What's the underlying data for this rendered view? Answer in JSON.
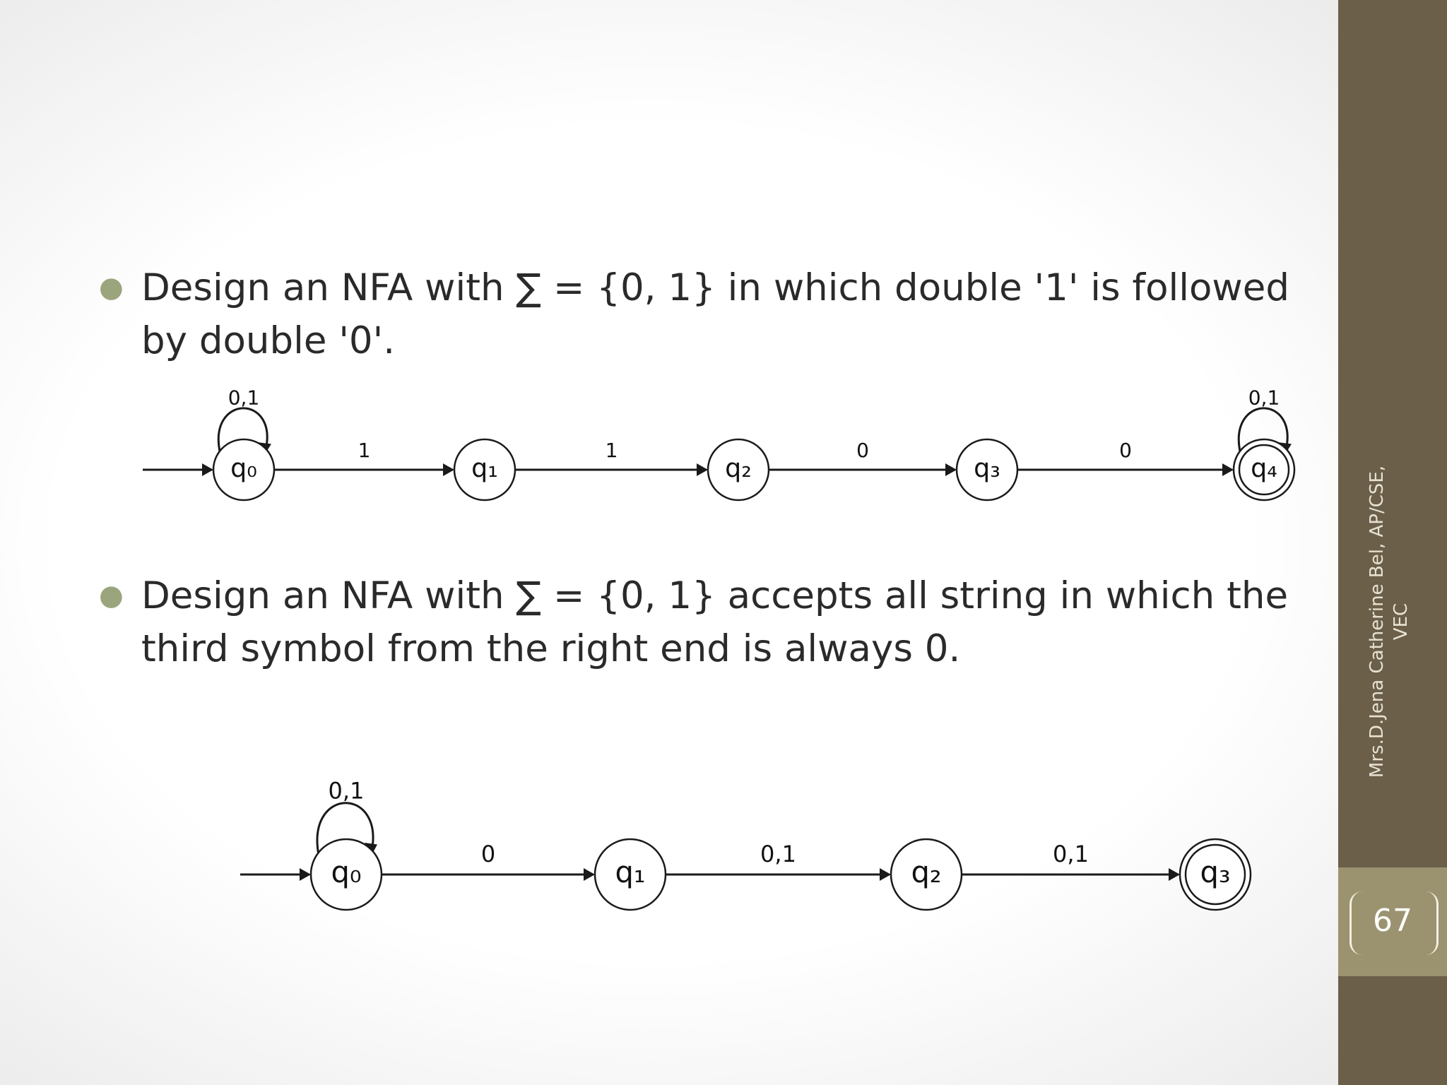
{
  "slide": {
    "bullets": [
      {
        "text": "Design an NFA with ∑ = {0, 1} in which double '1' is followed by double '0'."
      },
      {
        "text": "Design an NFA with ∑ = {0, 1} accepts all string in which the third symbol from the right end is always 0."
      }
    ]
  },
  "nfa_1": {
    "states": [
      {
        "label": "q₀",
        "start": true,
        "accept": false,
        "self_loop": "0,1"
      },
      {
        "label": "q₁",
        "start": false,
        "accept": false,
        "self_loop": ""
      },
      {
        "label": "q₂",
        "start": false,
        "accept": false,
        "self_loop": ""
      },
      {
        "label": "q₃",
        "start": false,
        "accept": false,
        "self_loop": ""
      },
      {
        "label": "q₄",
        "start": false,
        "accept": true,
        "self_loop": "0,1"
      }
    ],
    "transitions": [
      {
        "from": 0,
        "to": 1,
        "label": "1"
      },
      {
        "from": 1,
        "to": 2,
        "label": "1"
      },
      {
        "from": 2,
        "to": 3,
        "label": "0"
      },
      {
        "from": 3,
        "to": 4,
        "label": "0"
      }
    ]
  },
  "nfa_2": {
    "states": [
      {
        "label": "q₀",
        "start": true,
        "accept": false,
        "self_loop": "0,1"
      },
      {
        "label": "q₁",
        "start": false,
        "accept": false,
        "self_loop": ""
      },
      {
        "label": "q₂",
        "start": false,
        "accept": false,
        "self_loop": ""
      },
      {
        "label": "q₃",
        "start": false,
        "accept": true,
        "self_loop": ""
      }
    ],
    "transitions": [
      {
        "from": 0,
        "to": 1,
        "label": "0"
      },
      {
        "from": 1,
        "to": 2,
        "label": "0,1"
      },
      {
        "from": 2,
        "to": 3,
        "label": "0,1"
      }
    ]
  },
  "footer": {
    "line1": "Mrs.D.Jena Catherine Bel, AP/CSE,",
    "line2": "VEC",
    "page_number": "67"
  },
  "colors": {
    "sidebar": "#6b5f49",
    "page_box": "#9b9370",
    "bullet_dot": "#9aa57e",
    "text": "#2a2a2a"
  }
}
